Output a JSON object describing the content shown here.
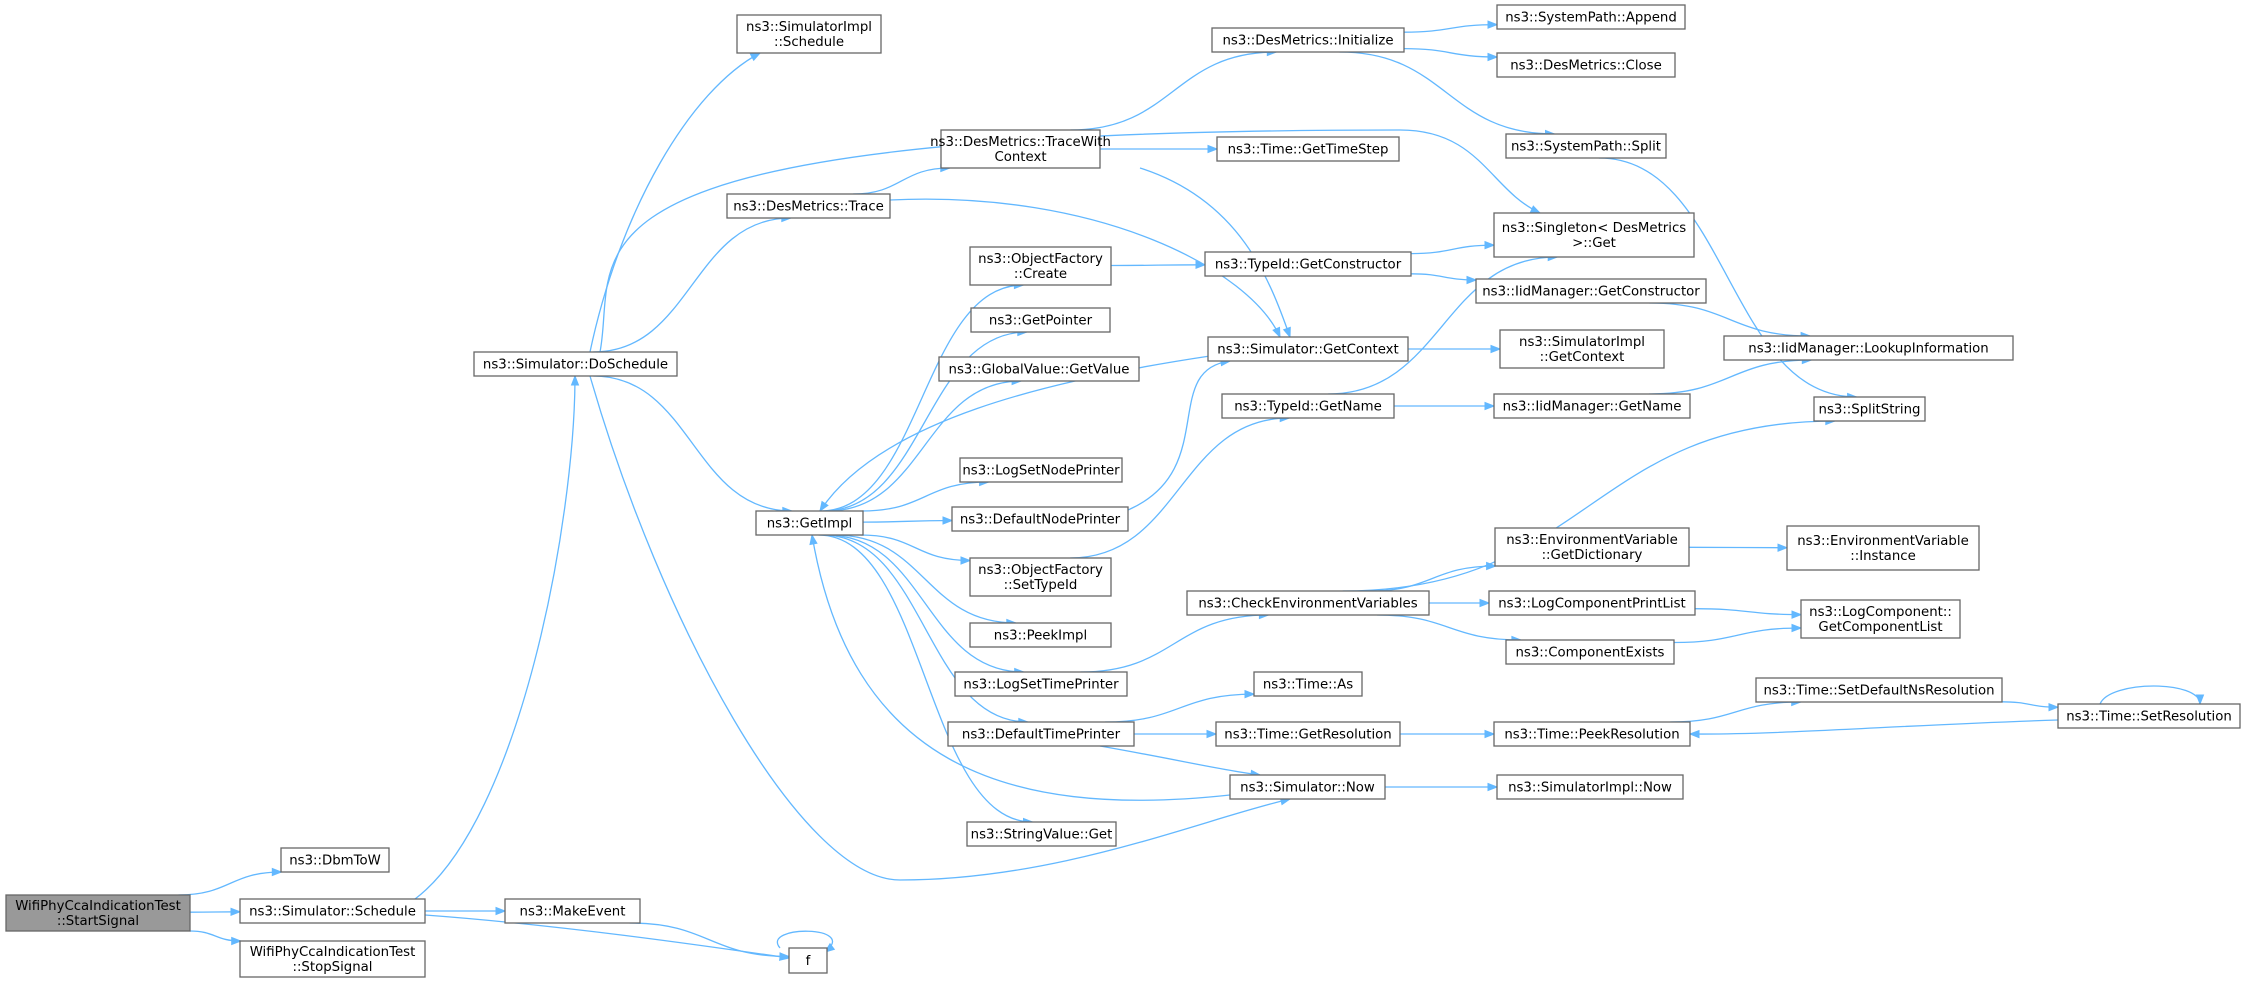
{
  "colors": {
    "edge": "#63b8ff",
    "node_border": "#666666",
    "root_fill": "#999999",
    "node_fill": "#ffffff"
  },
  "nodes": {
    "start": {
      "lines": [
        "WifiPhyCcaIndicationTest",
        "::StartSignal"
      ],
      "root": true
    },
    "dbm": {
      "lines": [
        "ns3::DbmToW"
      ]
    },
    "sched": {
      "lines": [
        "ns3::Simulator::Schedule"
      ]
    },
    "stop": {
      "lines": [
        "WifiPhyCcaIndicationTest",
        "::StopSignal"
      ]
    },
    "dosch": {
      "lines": [
        "ns3::Simulator::DoSchedule"
      ]
    },
    "mkev": {
      "lines": [
        "ns3::MakeEvent"
      ]
    },
    "f": {
      "lines": [
        "f"
      ]
    },
    "simpl": {
      "lines": [
        "ns3::SimulatorImpl",
        "::Schedule"
      ]
    },
    "trace": {
      "lines": [
        "ns3::DesMetrics::Trace"
      ]
    },
    "getimpl": {
      "lines": [
        "ns3::GetImpl"
      ]
    },
    "twc": {
      "lines": [
        "ns3::DesMetrics::TraceWith",
        "Context"
      ]
    },
    "ofcr": {
      "lines": [
        "ns3::ObjectFactory",
        "::Create"
      ]
    },
    "getptr": {
      "lines": [
        "ns3::GetPointer"
      ]
    },
    "gvgv": {
      "lines": [
        "ns3::GlobalValue::GetValue"
      ]
    },
    "lsnp": {
      "lines": [
        "ns3::LogSetNodePrinter"
      ]
    },
    "dnp": {
      "lines": [
        "ns3::DefaultNodePrinter"
      ]
    },
    "ofst": {
      "lines": [
        "ns3::ObjectFactory",
        "::SetTypeId"
      ]
    },
    "peek": {
      "lines": [
        "ns3::PeekImpl"
      ]
    },
    "lstp": {
      "lines": [
        "ns3::LogSetTimePrinter"
      ]
    },
    "dtp": {
      "lines": [
        "ns3::DefaultTimePrinter"
      ]
    },
    "svget": {
      "lines": [
        "ns3::StringValue::Get"
      ]
    },
    "dminit": {
      "lines": [
        "ns3::DesMetrics::Initialize"
      ]
    },
    "gts": {
      "lines": [
        "ns3::Time::GetTimeStep"
      ]
    },
    "tgc": {
      "lines": [
        "ns3::TypeId::GetConstructor"
      ]
    },
    "sgc": {
      "lines": [
        "ns3::Simulator::GetContext"
      ]
    },
    "tgn": {
      "lines": [
        "ns3::TypeId::GetName"
      ]
    },
    "cev": {
      "lines": [
        "ns3::CheckEnvironmentVariables"
      ]
    },
    "tas": {
      "lines": [
        "ns3::Time::As"
      ]
    },
    "tgr": {
      "lines": [
        "ns3::Time::GetResolution"
      ]
    },
    "snow": {
      "lines": [
        "ns3::Simulator::Now"
      ]
    },
    "spa": {
      "lines": [
        "ns3::SystemPath::Append"
      ]
    },
    "dmc": {
      "lines": [
        "ns3::DesMetrics::Close"
      ]
    },
    "sps": {
      "lines": [
        "ns3::SystemPath::Split"
      ]
    },
    "sdg": {
      "lines": [
        "ns3::Singleton< DesMetrics",
        ">::Get"
      ]
    },
    "imgc": {
      "lines": [
        "ns3::IidManager::GetConstructor"
      ]
    },
    "sigc": {
      "lines": [
        "ns3::SimulatorImpl",
        "::GetContext"
      ]
    },
    "imgn": {
      "lines": [
        "ns3::IidManager::GetName"
      ]
    },
    "evgd": {
      "lines": [
        "ns3::EnvironmentVariable",
        "::GetDictionary"
      ]
    },
    "lcpl": {
      "lines": [
        "ns3::LogComponentPrintList"
      ]
    },
    "cex": {
      "lines": [
        "ns3::ComponentExists"
      ]
    },
    "tpr": {
      "lines": [
        "ns3::Time::PeekResolution"
      ]
    },
    "sinow": {
      "lines": [
        "ns3::SimulatorImpl::Now"
      ]
    },
    "tsdr": {
      "lines": [
        "ns3::Time::SetDefaultNsResolution"
      ]
    },
    "imli": {
      "lines": [
        "ns3::IidManager::LookupInformation"
      ]
    },
    "split": {
      "lines": [
        "ns3::SplitString"
      ]
    },
    "evi": {
      "lines": [
        "ns3::EnvironmentVariable",
        "::Instance"
      ]
    },
    "lcgl": {
      "lines": [
        "ns3::LogComponent::",
        "GetComponentList"
      ]
    },
    "tsr": {
      "lines": [
        "ns3::Time::SetResolution"
      ]
    }
  },
  "edges": [
    [
      "start",
      "dbm"
    ],
    [
      "start",
      "sched"
    ],
    [
      "start",
      "stop"
    ],
    [
      "sched",
      "dosch"
    ],
    [
      "sched",
      "mkev"
    ],
    [
      "sched",
      "f"
    ],
    [
      "mkev",
      "f"
    ],
    [
      "f",
      "f"
    ],
    [
      "dosch",
      "simpl"
    ],
    [
      "dosch",
      "trace"
    ],
    [
      "dosch",
      "getimpl"
    ],
    [
      "dosch",
      "sdg"
    ],
    [
      "dosch",
      "snow"
    ],
    [
      "trace",
      "twc"
    ],
    [
      "trace",
      "sgc"
    ],
    [
      "twc",
      "dminit"
    ],
    [
      "twc",
      "gts"
    ],
    [
      "twc",
      "sgc"
    ],
    [
      "dminit",
      "spa"
    ],
    [
      "dminit",
      "dmc"
    ],
    [
      "dminit",
      "sps"
    ],
    [
      "sps",
      "split"
    ],
    [
      "getimpl",
      "ofcr"
    ],
    [
      "getimpl",
      "getptr"
    ],
    [
      "getimpl",
      "gvgv"
    ],
    [
      "getimpl",
      "lsnp"
    ],
    [
      "getimpl",
      "dnp"
    ],
    [
      "getimpl",
      "ofst"
    ],
    [
      "getimpl",
      "peek"
    ],
    [
      "getimpl",
      "lstp"
    ],
    [
      "getimpl",
      "dtp"
    ],
    [
      "getimpl",
      "svget"
    ],
    [
      "ofcr",
      "tgc"
    ],
    [
      "tgc",
      "sdg"
    ],
    [
      "tgc",
      "imgc"
    ],
    [
      "imgc",
      "imli"
    ],
    [
      "dnp",
      "sgc"
    ],
    [
      "sgc",
      "getimpl"
    ],
    [
      "sgc",
      "sigc"
    ],
    [
      "ofst",
      "tgn"
    ],
    [
      "tgn",
      "sdg"
    ],
    [
      "tgn",
      "imgn"
    ],
    [
      "imgn",
      "imli"
    ],
    [
      "lstp",
      "cev"
    ],
    [
      "cev",
      "split"
    ],
    [
      "cev",
      "evgd"
    ],
    [
      "cev",
      "lcpl"
    ],
    [
      "cev",
      "cex"
    ],
    [
      "evgd",
      "evi"
    ],
    [
      "lcpl",
      "lcgl"
    ],
    [
      "cex",
      "lcgl"
    ],
    [
      "dtp",
      "tas"
    ],
    [
      "dtp",
      "tgr"
    ],
    [
      "dtp",
      "snow"
    ],
    [
      "tgr",
      "tpr"
    ],
    [
      "tpr",
      "tsdr"
    ],
    [
      "tsdr",
      "tsr"
    ],
    [
      "tsr",
      "tpr"
    ],
    [
      "tsr",
      "tsr"
    ],
    [
      "snow",
      "getimpl"
    ],
    [
      "snow",
      "sinow"
    ]
  ]
}
